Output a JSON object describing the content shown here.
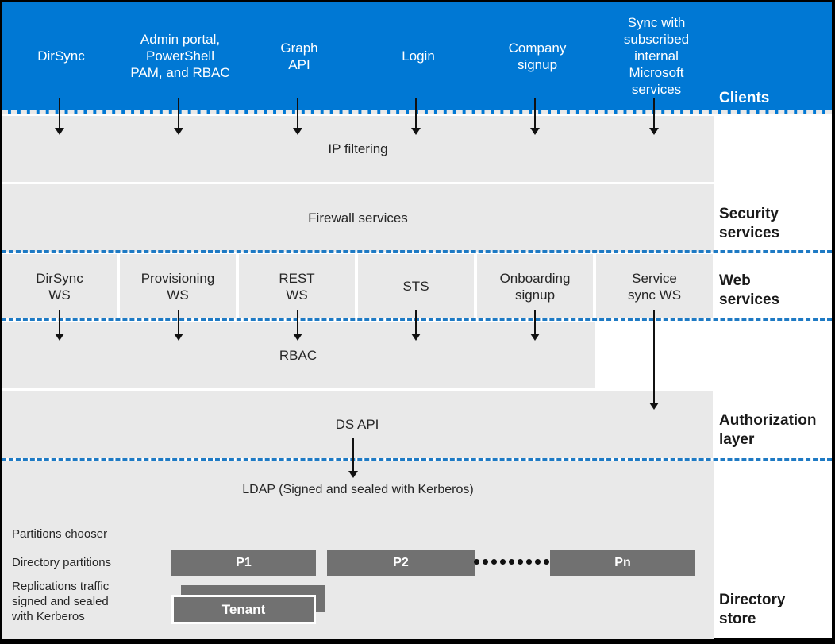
{
  "colors": {
    "client_band_blue": "#0078d4",
    "band_gray": "#e9e9e9",
    "partition_gray": "#717171",
    "dashed_line_blue": "#1e7ac4",
    "arrow_black": "#111111"
  },
  "clients": {
    "section_label": "Clients",
    "items": [
      "DirSync",
      "Admin portal,\nPowerShell\nPAM, and RBAC",
      "Graph\nAPI",
      "Login",
      "Company\nsignup",
      "Sync with\nsubscribed\ninternal\nMicrosoft\nservices"
    ]
  },
  "security": {
    "section_label": "Security\nservices",
    "ip_filtering": "IP filtering",
    "firewall": "Firewall services"
  },
  "web_services": {
    "section_label": "Web\nservices",
    "items": [
      "DirSync\nWS",
      "Provisioning\nWS",
      "REST\nWS",
      "STS",
      "Onboarding\nsignup",
      "Service\nsync WS"
    ]
  },
  "authorization": {
    "section_label": "Authorization\nlayer",
    "rbac": "RBAC",
    "ds_api": "DS API"
  },
  "directory_store": {
    "section_label": "Directory\nstore",
    "ldap": "LDAP (Signed and sealed with Kerberos)",
    "partitions_chooser": "Partitions chooser",
    "directory_partitions": "Directory partitions",
    "replication_note": "Replications traffic\nsigned and sealed\nwith Kerberos",
    "partitions": [
      "P1",
      "P2",
      "Pn"
    ],
    "tenant": "Tenant"
  }
}
